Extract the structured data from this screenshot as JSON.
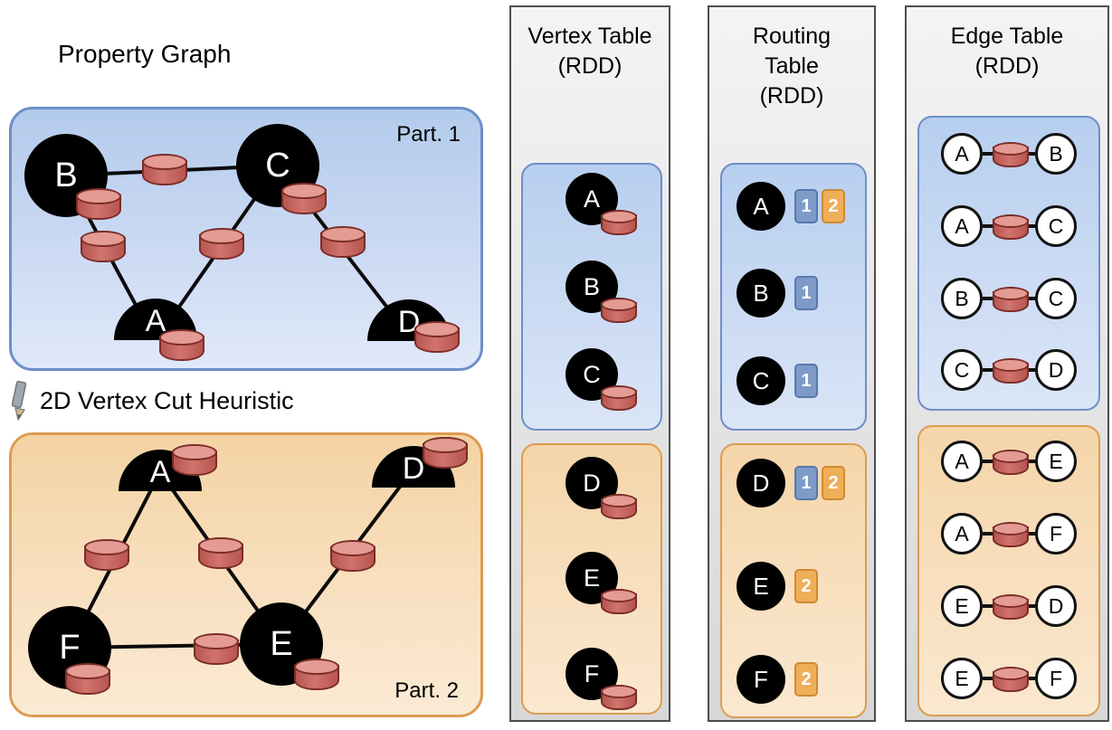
{
  "colors": {
    "partition1_fill": "#c7d8f2",
    "partition1_border": "#6d8fc7",
    "partition2_fill": "#f8e2c4",
    "partition2_border": "#dd9c52",
    "cylinder_body": "#c2605a",
    "cylinder_top": "#e39b93",
    "badge_part1": "#7e9ac8",
    "badge_part2": "#efae58",
    "vertex_fill": "#000000",
    "panel_fill": "#e6e6e6",
    "panel_border": "#4d4d4d"
  },
  "property_graph": {
    "title": "Property Graph",
    "heuristic_label": "2D Vertex Cut Heuristic",
    "part1": {
      "label": "Part. 1",
      "vertices": [
        "B",
        "C",
        "A",
        "D"
      ],
      "edges": [
        "B-C",
        "B-A",
        "C-A",
        "C-D"
      ]
    },
    "part2": {
      "label": "Part. 2",
      "vertices": [
        "A",
        "D",
        "F",
        "E"
      ],
      "edges": [
        "A-F",
        "A-E",
        "D-E",
        "F-E"
      ]
    }
  },
  "vertex_table": {
    "title": [
      "Vertex Table",
      "(RDD)"
    ],
    "part1": [
      "A",
      "B",
      "C"
    ],
    "part2": [
      "D",
      "E",
      "F"
    ]
  },
  "routing_table": {
    "title": [
      "Routing",
      "Table",
      "(RDD)"
    ],
    "part1": [
      {
        "vertex": "A",
        "partitions": [
          "1",
          "2"
        ]
      },
      {
        "vertex": "B",
        "partitions": [
          "1"
        ]
      },
      {
        "vertex": "C",
        "partitions": [
          "1"
        ]
      }
    ],
    "part2": [
      {
        "vertex": "D",
        "partitions": [
          "1",
          "2"
        ]
      },
      {
        "vertex": "E",
        "partitions": [
          "2"
        ]
      },
      {
        "vertex": "F",
        "partitions": [
          "2"
        ]
      }
    ]
  },
  "edge_table": {
    "title": [
      "Edge Table",
      "(RDD)"
    ],
    "part1": [
      [
        "A",
        "B"
      ],
      [
        "A",
        "C"
      ],
      [
        "B",
        "C"
      ],
      [
        "C",
        "D"
      ]
    ],
    "part2": [
      [
        "A",
        "E"
      ],
      [
        "A",
        "F"
      ],
      [
        "E",
        "D"
      ],
      [
        "E",
        "F"
      ]
    ]
  }
}
